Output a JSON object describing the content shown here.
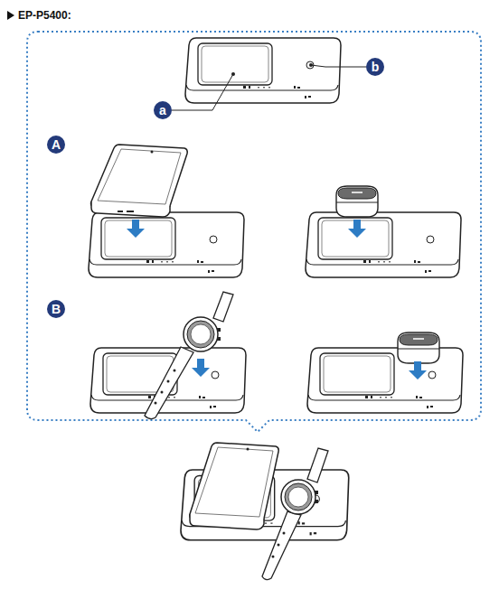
{
  "diagram": {
    "title": "EP-P5400:",
    "labels": [
      "a",
      "b",
      "A",
      "B"
    ]
  }
}
